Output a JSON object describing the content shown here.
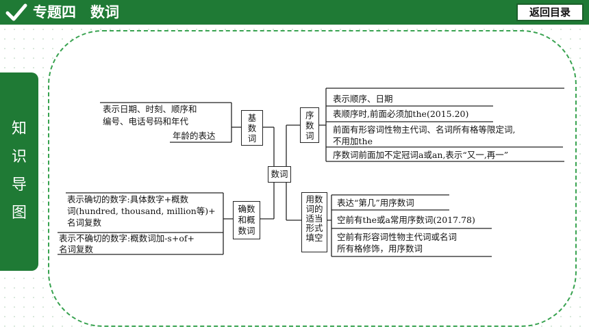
{
  "header": {
    "title": "专题四　数词",
    "back_button": "返回目录",
    "colors": {
      "brand_green": "#1f7a35",
      "dashed_border": "#37a24f"
    }
  },
  "side_tab": {
    "chars": [
      "知",
      "识",
      "导",
      "图"
    ]
  },
  "mindmap": {
    "center": "数词",
    "basic": {
      "label": "基数词",
      "items": [
        "表示日期、时刻、顺序和",
        "编号、电话号码和年代",
        "年龄的表达"
      ]
    },
    "exact": {
      "label": "确数和概数词",
      "items": [
        "表示确切的数字:具体数字+概数",
        "词(hundred, thousand, million等)+",
        "名词复数",
        "表示不确切的数字:概数词加-s+of+",
        "名词复数"
      ]
    },
    "ordinal": {
      "label": "序数词",
      "items": [
        "表示顺序、日期",
        "表顺序时,前面必须加the(2015.20)",
        "前面有形容词性物主代词、名词所有格等限定词,",
        "不用加the",
        "序数词前面加不定冠词a或an,表示“又一,再一”"
      ]
    },
    "blanks": {
      "label": "用数词的适当形式填空",
      "items": [
        "表达“第几”用序数词",
        "空前有the或a常用序数词(2017.78)",
        "空前有形容词性物主代词或名词",
        "所有格修饰，用序数词"
      ]
    }
  }
}
